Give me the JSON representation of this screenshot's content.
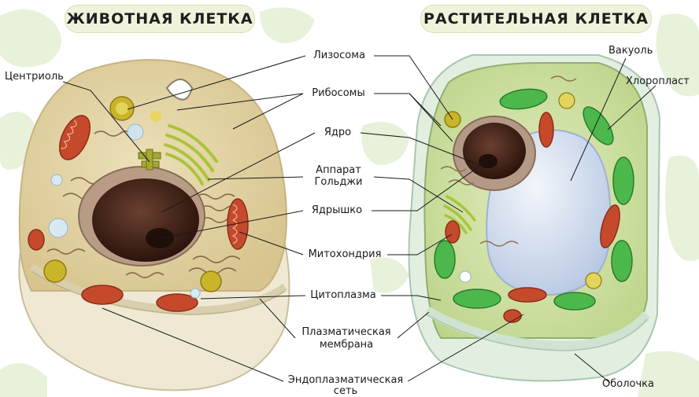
{
  "titles": {
    "animal": "ЖИВОТНАЯ КЛЕТКА",
    "plant": "РАСТИТЕЛЬНАЯ КЛЕТКА"
  },
  "labels": {
    "centriole": "Центриоль",
    "lysosome": "Лизосома",
    "ribosomes": "Рибосомы",
    "nucleus": "Ядро",
    "golgi_line1": "Аппарат",
    "golgi_line2": "Гольджи",
    "nucleolus": "Ядрышко",
    "mitochondria": "Митохондрия",
    "cytoplasm": "Цитоплазма",
    "membrane_line1": "Плазматическая",
    "membrane_line2": "мембрана",
    "er_line1": "Эндоплазматическая",
    "er_line2": "сеть",
    "vacuole": "Вакуоль",
    "chloroplast": "Хлоропласт",
    "cell_wall": "Оболочка"
  },
  "colors": {
    "background_blob": "#e6f0d8",
    "animal_outer": "#efe9d6",
    "animal_cytoplasm": "#e4d6a8",
    "nucleus": "#4a2a1c",
    "nucleus_envelope": "#b39a86",
    "mitochondria": "#c54a2c",
    "golgi": "#b5cf3a",
    "plant_wall": "#e3f0e0",
    "plant_cytoplasm": "#cfe0a3",
    "chloroplast": "#4cb84c",
    "vacuole": "#dbe5f3",
    "leader_line": "#1a1a1a"
  }
}
